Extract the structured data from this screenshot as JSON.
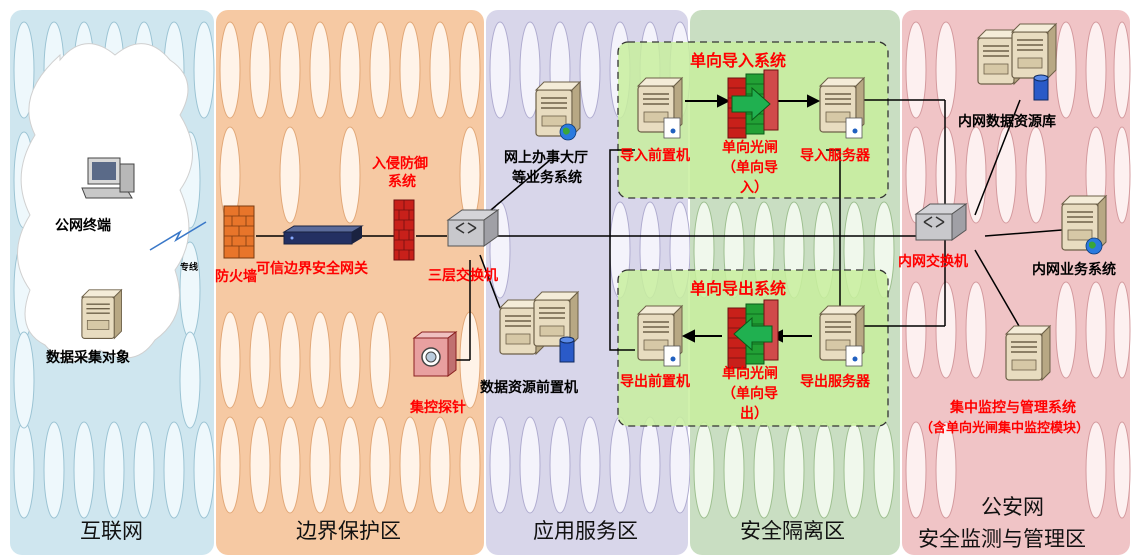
{
  "zones": {
    "internet": "互联网",
    "border": "边界保护区",
    "app": "应用服务区",
    "isolation": "安全隔离区",
    "security_line1": "公安网",
    "security_line2": "安全监测与管理区"
  },
  "nodes": {
    "public_terminal": "公网终端",
    "data_collection": "数据采集对象",
    "dedicated_line": "专线",
    "firewall": "防火墙",
    "trusted_gateway": "可信边界安全网关",
    "ids_line1": "入侵防御",
    "ids_line2": "系统",
    "l3_switch": "三层交换机",
    "probe": "集控探针",
    "online_service_line1": "网上办事大厅",
    "online_service_line2": "等业务系统",
    "data_front": "数据资源前置机",
    "import_system": "单向导入系统",
    "import_front": "导入前置机",
    "import_gate_line1": "单向光闸",
    "import_gate_line2": "（单向导",
    "import_gate_line3": "入）",
    "import_server": "导入服务器",
    "export_system": "单向导出系统",
    "export_front": "导出前置机",
    "export_gate_line1": "单向光闸",
    "export_gate_line2": "（单向导",
    "export_gate_line3": "出）",
    "export_server": "导出服务器",
    "inner_switch": "内网交换机",
    "inner_data": "内网数据资源库",
    "inner_business": "内网业务系统",
    "monitor_line1": "集中监控与管理系统",
    "monitor_line2": "（含单向光闸集中监控模块）"
  }
}
